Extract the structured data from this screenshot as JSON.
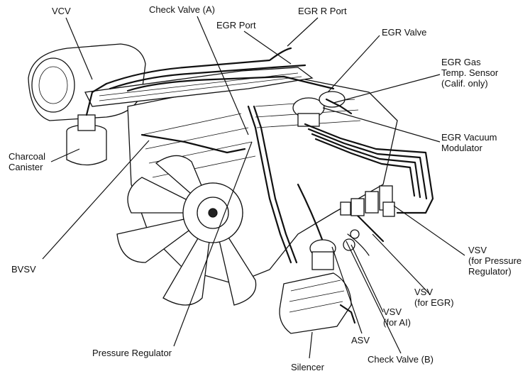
{
  "labels": {
    "vcv": "VCV",
    "check_valve_a": "Check Valve (A)",
    "egr_r_port": "EGR R Port",
    "egr_port": "EGR Port",
    "egr_valve": "EGR Valve",
    "egr_gas_temp_sensor": [
      "EGR Gas",
      "Temp. Sensor",
      "(Calif. only)"
    ],
    "charcoal_canister": [
      "Charcoal",
      "Canister"
    ],
    "egr_vacuum_modulator": [
      "EGR Vacuum",
      "Modulator"
    ],
    "bvsv": "BVSV",
    "vsv_pressure_regulator": [
      "VSV",
      "(for Pressure",
      "Regulator)"
    ],
    "vsv_egr": [
      "VSV",
      "(for EGR)"
    ],
    "vsv_ai": [
      "VSV",
      "(for AI)"
    ],
    "asv": "ASV",
    "pressure_regulator": "Pressure Regulator",
    "check_valve_b": "Check Valve (B)",
    "silencer": "Silencer"
  },
  "icons": {
    "engine": "engine-illustration-icon",
    "fan": "cooling-fan-icon",
    "canister": "charcoal-canister-icon",
    "silencer": "silencer-icon",
    "vsv_bank": "vsv-bank-icon"
  },
  "colors": {
    "ink": "#111111",
    "background": "#ffffff"
  }
}
